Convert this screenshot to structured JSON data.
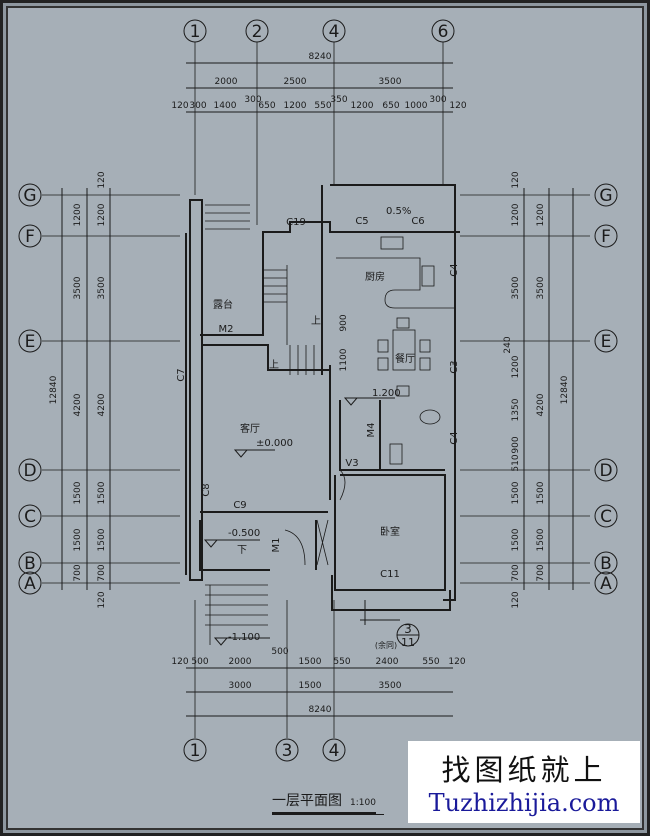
{
  "drawing": {
    "title": "一层平面图",
    "scale": "1:100"
  },
  "watermark": {
    "chinese": "找图纸就上",
    "url": "Tuzhizhijia.com"
  },
  "axes": {
    "top": [
      "1",
      "2",
      "4",
      "6"
    ],
    "bottom": [
      "1",
      "3",
      "4"
    ],
    "left": [
      "G",
      "F",
      "E",
      "D",
      "C",
      "B",
      "A"
    ],
    "right": [
      "G",
      "F",
      "E",
      "D",
      "C",
      "B",
      "A"
    ]
  },
  "dimensions": {
    "top_total": "8240",
    "top_row2": [
      "2000",
      "2500",
      "3500"
    ],
    "top_row3": [
      "120",
      "300",
      "1400",
      "300",
      "650",
      "1200",
      "550",
      "350",
      "1200",
      "650",
      "1000",
      "300",
      "120"
    ],
    "bottom_row1": [
      "120",
      "500",
      "2000",
      "500",
      "1500",
      "550",
      "2400",
      "550",
      "120"
    ],
    "bottom_row2": [
      "3000",
      "1500",
      "3500"
    ],
    "bottom_total": "8240",
    "left_inner": [
      "120",
      "1200",
      "3500",
      "4200",
      "1500",
      "1500",
      "700",
      "120"
    ],
    "left_middle": [
      "1200",
      "3500",
      "4200",
      "1500",
      "1500",
      "700"
    ],
    "left_total": "12840",
    "right_inner": [
      "120",
      "1200",
      "3500",
      "240",
      "1200",
      "1350",
      "900",
      "510",
      "1500",
      "1500",
      "700",
      "120"
    ],
    "right_middle": [
      "1200",
      "3500",
      "4200",
      "1500",
      "1500",
      "700"
    ],
    "right_total": "12840",
    "stair": [
      "900",
      "1100"
    ]
  },
  "rooms": {
    "terrace": "露台",
    "kitchen": "厨房",
    "dining": "餐厅",
    "living": "客厅",
    "bedroom": "卧室"
  },
  "elevations": {
    "living": "±0.000",
    "dining": "1.200",
    "entry": "-0.500",
    "outside": "-1.100",
    "slope": "0.5%"
  },
  "labels": {
    "C19": "C19",
    "C5": "C5",
    "C6": "C6",
    "C4a": "C4",
    "C3": "C3",
    "C4b": "C4",
    "C7": "C7",
    "C8": "C8",
    "C9": "C9",
    "C11": "C11",
    "M1": "M1",
    "M2": "M2",
    "M3": "V3",
    "M4": "M4",
    "up1": "上",
    "up2": "上",
    "down": "下"
  },
  "detail_callout": {
    "number": "3",
    "sheet": "11",
    "note": "(余同)"
  }
}
